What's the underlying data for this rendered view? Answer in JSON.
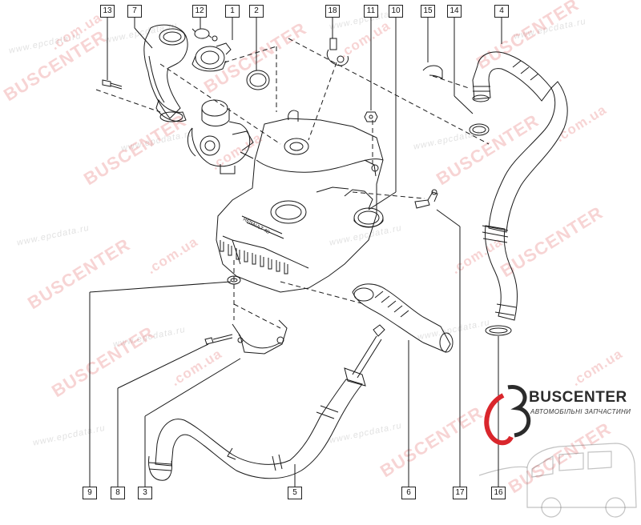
{
  "callouts": {
    "c13": "13",
    "c7": "7",
    "c12": "12",
    "c1": "1",
    "c2": "2",
    "c18": "18",
    "c11": "11",
    "c10": "10",
    "c15": "15",
    "c14": "14",
    "c4": "4",
    "c9": "9",
    "c8": "8",
    "c3": "3",
    "c5": "5",
    "c6": "6",
    "c17": "17",
    "c16": "16"
  },
  "watermarks": {
    "site": "www.epcdata.ru",
    "brand": "BUSCENTER",
    "domain": ".com.ua"
  },
  "logo": {
    "title": "BUSCENTER",
    "subtitle": "АВТОМОБІЛЬНІ ЗАПЧАСТИНИ",
    "brand_red": "#d9262c",
    "brand_dark": "#2b2b2b"
  },
  "engine_badge": "RENAULT 4D"
}
